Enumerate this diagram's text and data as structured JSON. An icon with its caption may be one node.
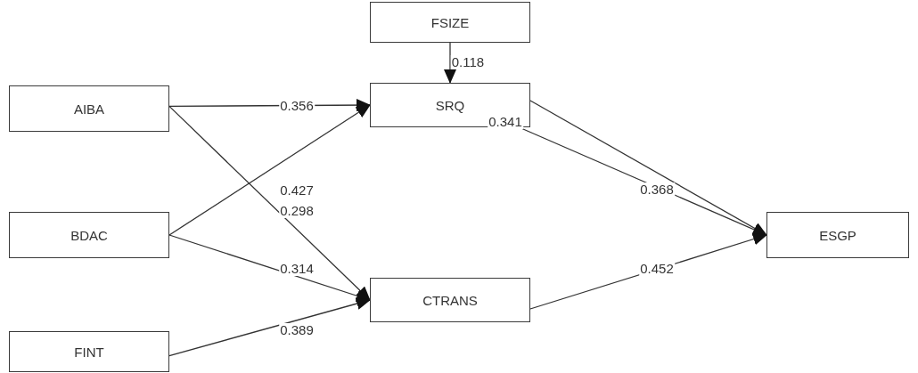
{
  "diagram": {
    "nodes": [
      {
        "text": [
          "FSIZE"
        ]
      },
      {
        "text": [
          "AIBA"
        ]
      },
      {
        "text": [
          "SRQ"
        ]
      },
      {
        "text": [
          "BDAC"
        ]
      },
      {
        "text": [
          "ESGP"
        ]
      },
      {
        "text": [
          "CTRANS"
        ]
      },
      {
        "text": [
          "FINT"
        ]
      }
    ],
    "edges": [
      {
        "from": 0,
        "to": 2,
        "arrow": "to",
        "label": "0.118"
      },
      {
        "from": 1,
        "to": 2,
        "arrow": "to",
        "label": "0.356"
      },
      {
        "from": 1,
        "to": 5,
        "arrow": "to",
        "label": "0.298"
      },
      {
        "from": 3,
        "to": 2,
        "arrow": "to",
        "label": "0.427"
      },
      {
        "from": 3,
        "to": 5,
        "arrow": "to",
        "label": "0.314"
      },
      {
        "from": 6,
        "to": 5,
        "arrow": "to",
        "label": "0.389"
      },
      {
        "from": 2,
        "to": 4,
        "arrow": "to",
        "label": "0.368"
      },
      {
        "from": 2,
        "to": 4,
        "arrow": "to",
        "label": "0.341"
      },
      {
        "from": 5,
        "to": 4,
        "arrow": "to",
        "label": "0.452"
      }
    ]
  }
}
